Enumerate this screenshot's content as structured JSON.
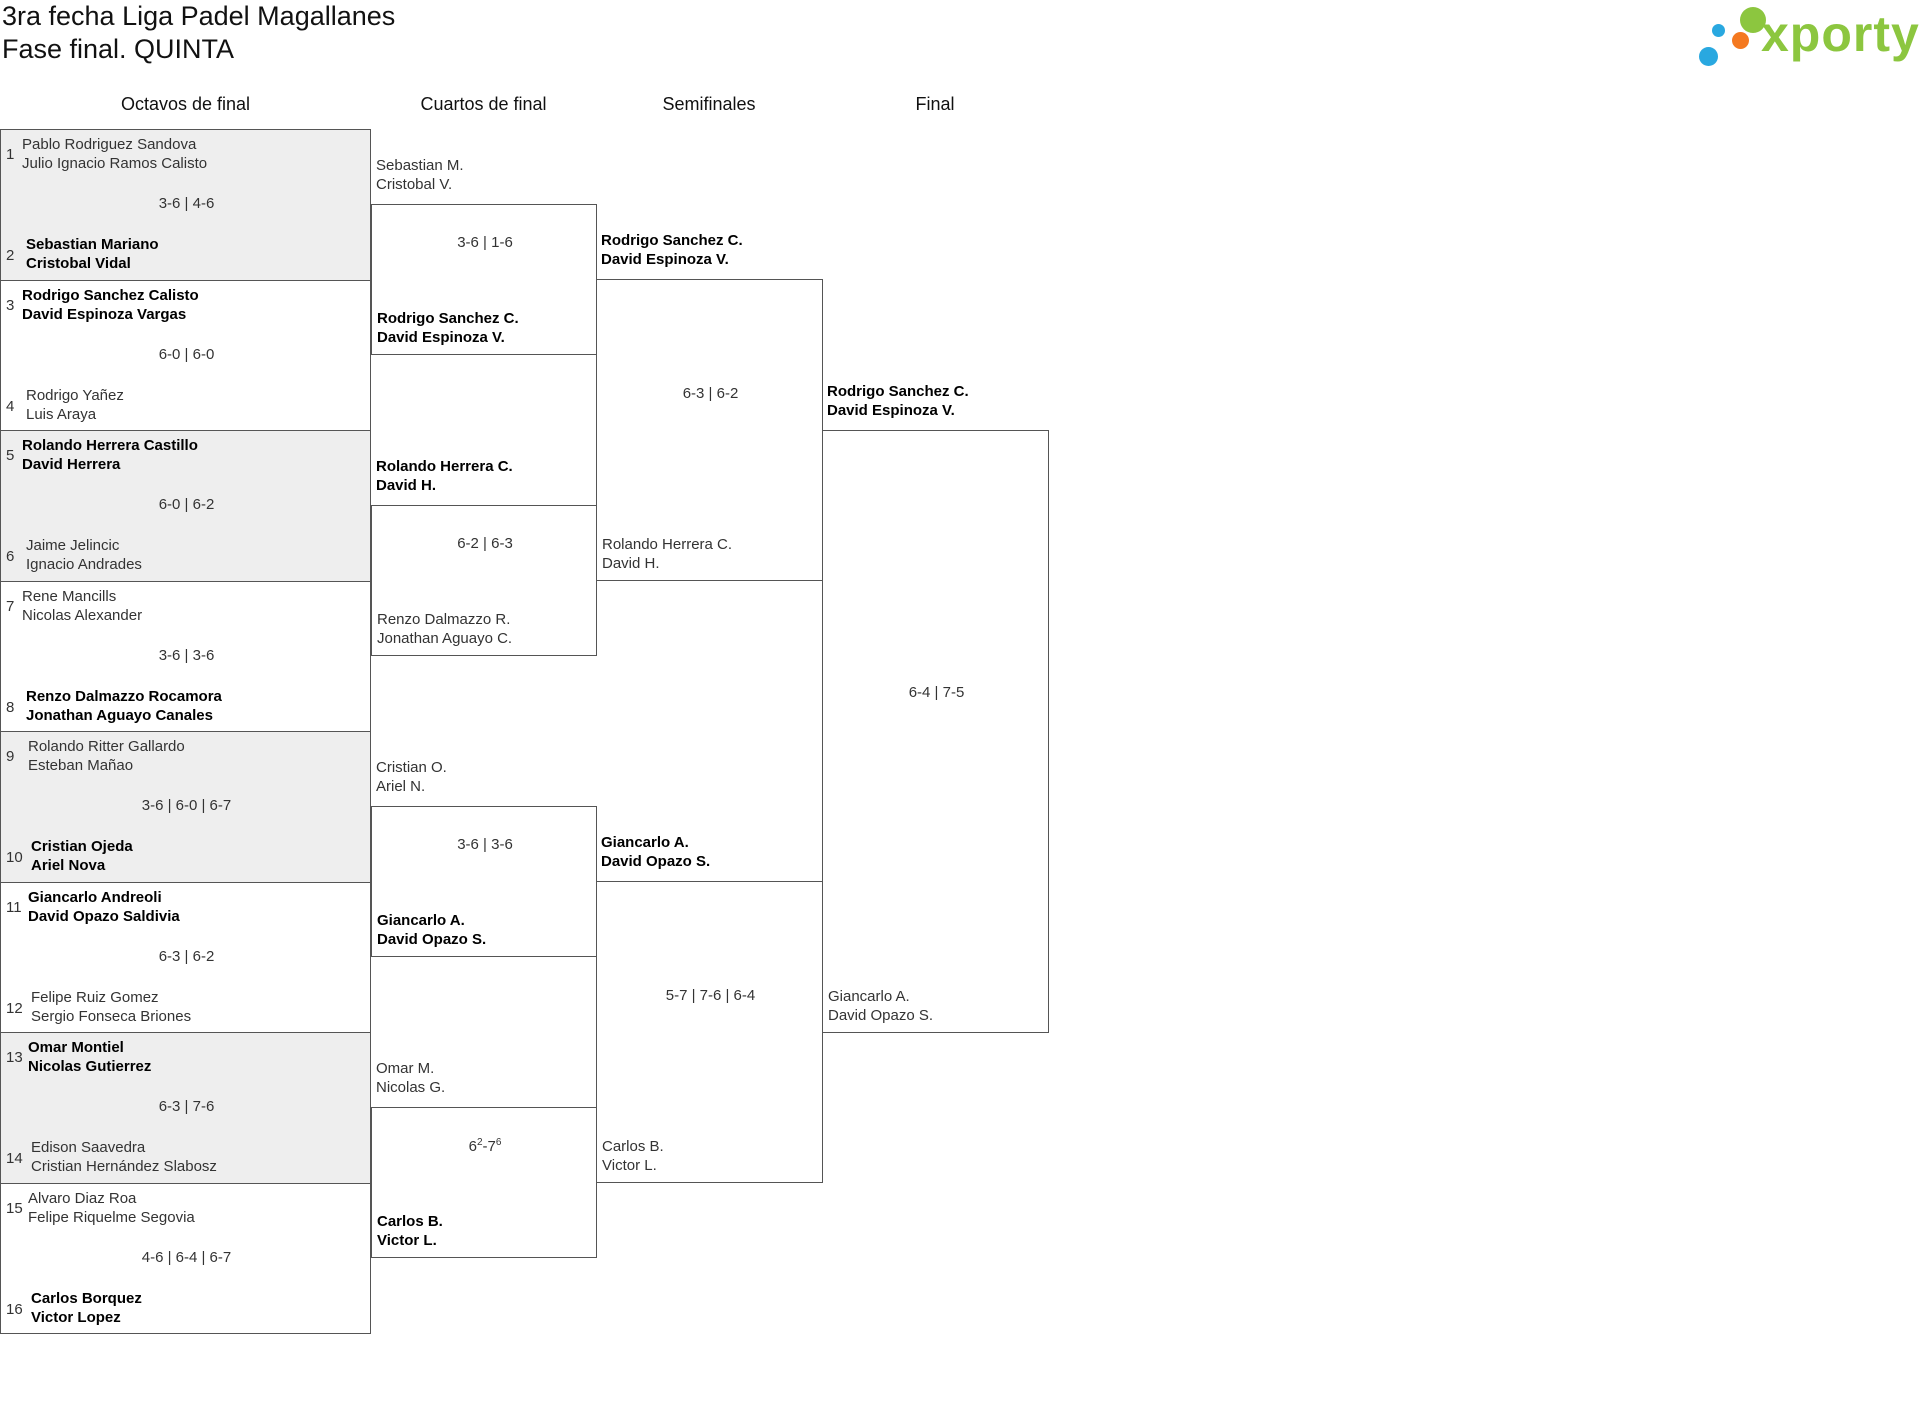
{
  "header": {
    "title_line1": "3ra fecha Liga Padel Magallanes",
    "title_line2": "Fase final. QUINTA",
    "logo_text": "xporty",
    "logo_colors": {
      "text": "#8cc63f",
      "dots": [
        "#29a8e0",
        "#f47920",
        "#8cc63f"
      ]
    }
  },
  "rounds": [
    "Octavos de final",
    "Cuartos de final",
    "Semifinales",
    "Final"
  ],
  "r16": [
    {
      "seed_a": "1",
      "a1": "Pablo Rodriguez Sandova",
      "a2": "Julio Ignacio Ramos Calisto",
      "score": "3-6 | 4-6",
      "seed_b": "2",
      "b1": "Sebastian Mariano",
      "b2": "Cristobal Vidal"
    },
    {
      "seed_a": "3",
      "a1": "Rodrigo Sanchez Calisto",
      "a2": "David Espinoza Vargas",
      "score": "6-0 | 6-0",
      "seed_b": "4",
      "b1": "Rodrigo Yañez",
      "b2": "Luis Araya"
    },
    {
      "seed_a": "5",
      "a1": "Rolando Herrera Castillo",
      "a2": "David Herrera",
      "score": "6-0 | 6-2",
      "seed_b": "6",
      "b1": "Jaime Jelincic",
      "b2": "Ignacio Andrades"
    },
    {
      "seed_a": "7",
      "a1": "Rene Mancills",
      "a2": "Nicolas Alexander",
      "score": "3-6 | 3-6",
      "seed_b": "8",
      "b1": "Renzo Dalmazzo Rocamora",
      "b2": "Jonathan Aguayo Canales"
    },
    {
      "seed_a": "9",
      "a1": "Rolando Ritter Gallardo",
      "a2": "Esteban Mañao",
      "score": "3-6 | 6-0 | 6-7",
      "seed_b": "10",
      "b1": "Cristian Ojeda",
      "b2": "Ariel Nova"
    },
    {
      "seed_a": "11",
      "a1": "Giancarlo Andreoli",
      "a2": "David Opazo Saldivia",
      "score": "6-3 | 6-2",
      "seed_b": "12",
      "b1": "Felipe Ruiz Gomez",
      "b2": "Sergio Fonseca Briones"
    },
    {
      "seed_a": "13",
      "a1": "Omar Montiel",
      "a2": "Nicolas Gutierrez",
      "score": "6-3 | 7-6",
      "seed_b": "14",
      "b1": "Edison Saavedra",
      "b2": "Cristian Hernández Slabosz"
    },
    {
      "seed_a": "15",
      "a1": "Alvaro Diaz Roa",
      "a2": "Felipe Riquelme Segovia",
      "score": "4-6 | 6-4 | 6-7",
      "seed_b": "16",
      "b1": "Carlos Borquez",
      "b2": "Victor Lopez"
    }
  ],
  "r8": [
    {
      "a1": "Sebastian M.",
      "a2": "Cristobal V.",
      "score": "3-6 | 1-6",
      "b1": "Rodrigo Sanchez C.",
      "b2": "David Espinoza V."
    },
    {
      "a1": "Rolando Herrera C.",
      "a2": "David H.",
      "score": "6-2 | 6-3",
      "b1": "Renzo Dalmazzo R.",
      "b2": "Jonathan Aguayo C."
    },
    {
      "a1": "Cristian O.",
      "a2": "Ariel N.",
      "score": "3-6 | 3-6",
      "b1": "Giancarlo A.",
      "b2": "David Opazo S."
    },
    {
      "a1": "Omar M.",
      "a2": "Nicolas G.",
      "score_base1": "6",
      "score_sup1": "2",
      "score_mid": "-7",
      "score_sup2": "6",
      "b1": "Carlos B.",
      "b2": "Victor L."
    }
  ],
  "r4": [
    {
      "a1": "Rodrigo Sanchez C.",
      "a2": "David Espinoza V.",
      "score": "6-3 | 6-2",
      "b1": "Rolando Herrera C.",
      "b2": "David H."
    },
    {
      "a1": "Giancarlo A.",
      "a2": "David Opazo S.",
      "score": "5-7 | 7-6 | 6-4",
      "b1": "Carlos B.",
      "b2": "Victor L."
    }
  ],
  "final": {
    "a1": "Rodrigo Sanchez C.",
    "a2": "David Espinoza V.",
    "score": "6-4 | 7-5",
    "b1": "Giancarlo A.",
    "b2": "David Opazo S."
  }
}
